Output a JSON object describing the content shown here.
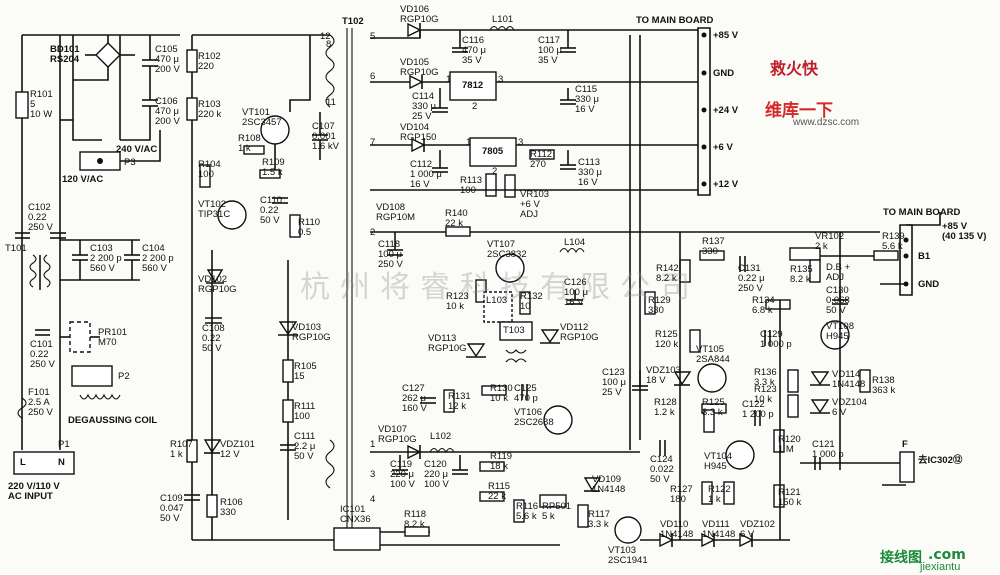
{
  "labels": {
    "bd101": "BD101\nRS204",
    "c105": "C105\n470 μ\n200 V",
    "c106": "C106\n470 μ\n200 V",
    "r102": "R102\n220",
    "r103": "R103\n220 k",
    "r101": "R101\n5\n10 W",
    "ac240": "240 V/AC",
    "p3": "P3",
    "ac120": "120 V/AC",
    "c102": "C102\n0.22\n250 V",
    "t101": "T101",
    "c103": "C103\n2 200 p\n560 V",
    "c104": "C104\n2 200 p\n560 V",
    "c101": "C101\n0.22\n250 V",
    "pr101": "PR101\nM70",
    "p2": "P2",
    "f101": "F101\n2.5 A\n250 V",
    "degauss": "DEGAUSSING COIL",
    "p1": "P1",
    "l": "L",
    "n": "N",
    "acinput": "220 V/110 V\nAC INPUT",
    "vt101": "VT101\n2SC3457",
    "r108": "R108\n1 k",
    "r109": "R109\n1.5 k",
    "r104": "R104\n100",
    "vt102": "VT102\nTIP31C",
    "c110": "C110\n0.22\n50 V",
    "r110": "R110\n0.5",
    "c107": "C107\n0.001\n1.6 kV",
    "vd102": "VD102\nRGP10G",
    "c108": "C108\n0.22\n50 V",
    "vd103": "VD103\nRGP10G",
    "r105": "R105\n15",
    "r111": "R111\n100",
    "c111": "C111\n2.2 μ\n50 V",
    "r107": "R107\n1 k",
    "vdz101": "VDZ101\n12 V",
    "c109": "C109\n0.047\n50 V",
    "r106": "R106\n330",
    "t102": "T102",
    "ic101": "IC101\nCNX36",
    "vd106": "VD106\nRGP10G",
    "l101": "L101",
    "c116": "C116\n470 μ\n35 V",
    "c117": "C117\n100 μ\n35 V",
    "vd105": "VD105\nRGP10G",
    "ic7812": "7812",
    "c114": "C114\n330 μ\n25 V",
    "c115": "C115\n330 μ\n16 V",
    "vd104": "VD104\nRGP150",
    "ic7805": "7805",
    "c112": "C112\n1 000 μ\n16 V",
    "r113": "R113\n100",
    "r112": "R112\n270",
    "vr103": "VR103\n+6 V\nADJ",
    "c113": "C113\n330 μ\n16 V",
    "vd108": "VD108\nRGP10M",
    "main1": "TO MAIN BOARD",
    "v85": "+85 V",
    "gnd1": "GND",
    "v24": "+24 V",
    "v6": "+6 V",
    "v12": "+12 V",
    "r140": "R140\n22 k",
    "c118": "C118\n100 μ\n250 V",
    "vt107": "VT107\n2SC3832",
    "l104": "L104",
    "r123": "R123\n10 k",
    "l103": "L103",
    "r132": "R132\n10",
    "c126": "C126\n100 μ\n16 V",
    "t103": "T103",
    "vd112": "VD112\nRGP10G",
    "vd113": "VD113\nRGP10G",
    "c127": "C127\n262 μ\n160 V",
    "r131": "R131\n12 k",
    "r130": "R130\n10 k",
    "c125": "C125\n470 p",
    "vt106": "VT106\n2SC2688",
    "vd107": "VD107\nRGP10G",
    "l102": "L102",
    "c119": "C119\n220 μ\n100 V",
    "c120": "C120\n220 μ\n100 V",
    "r119": "R119\n18 k",
    "vd109": "VD109\n1N4148",
    "r115": "R115\n22 k",
    "r116": "R116\n5.6 k",
    "rp501": "RP501\n5 k",
    "r117": "R117\n3.3 k",
    "r118": "R118\n8.2 k",
    "vt103": "VT103\n2SC1941",
    "vd110": "VD110\n1N4148",
    "vd111": "VD111\n1N4148",
    "vdz102": "VDZ102\n6 V",
    "r142": "R142\n8.2 k",
    "r129": "R129\n330",
    "r137": "R137\n330",
    "c131": "C131\n0.22 μ\n250 V",
    "vr102": "VR102\n2 k",
    "r139": "R139\n5.6 k",
    "r135": "R135\n8.2 k",
    "dbadj": "D.B +\nADJ",
    "c130": "C130\n0.068\n50 V",
    "r134": "R134\n6.8 k",
    "r125": "R125\n120 k",
    "c129": "C129\n1 000 p",
    "vt105": "VT105\n2SA844",
    "vt108": "VT108\nH945",
    "c123": "C123\n100 μ\n25 V",
    "vdz103": "VDZ103\n18 V",
    "r136": "R136\n3.3 k",
    "r123b": "R123\n10 k",
    "vd114": "VD114\n1N4148",
    "vdz104": "VDZ104\n6 V",
    "r138": "R138\n363 k",
    "r128": "R128\n1.2 k",
    "r125b": "R125\n3.3 k",
    "c122": "C122\n1 200 p",
    "c124": "C124\n0.022\n50 V",
    "vt104": "VT104\nH945",
    "r120": "R120\n1 M",
    "c121": "C121\n1 000 p",
    "r127": "R127\n180",
    "r122": "R122\n1 k",
    "r121": "R121\n150 k",
    "main2": "TO MAIN BOARD",
    "v85b": "+85 V\n(40 135 V)",
    "b1": "B1",
    "gnd2": "GND",
    "f": "F",
    "ic302": "去IC302⑫",
    "pin12": "12",
    "pin11": "11",
    "pin8": "8",
    "pin5": "5",
    "pin6": "6",
    "pin7": "7",
    "pin2": "2",
    "pin1": "1",
    "pin3": "3",
    "pin4": "4",
    "n1": "1",
    "n2": "2",
    "n3": "3",
    "n1b": "1",
    "n2b": "2",
    "n3b": "3"
  },
  "watermark": "杭州将睿科技有限公司",
  "logos": {
    "site_cn_1": "维库一下",
    "site_cn_2": "救火快",
    "site_url": "www.dzsc.com",
    "bottom_cn": "接线图",
    "bottom_dot": ".com",
    "bottom_url": "jiexiantu"
  }
}
